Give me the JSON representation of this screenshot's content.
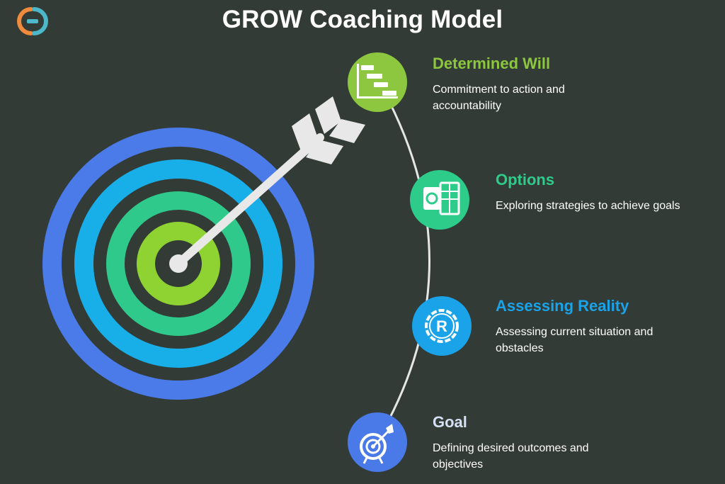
{
  "header": {
    "title": "GROW Coaching Model",
    "logo_icon": "brand-logo-icon"
  },
  "steps": [
    {
      "key": "will",
      "title": "Determined Will",
      "description": "Commitment to action and accountability",
      "color": "#8dc63f",
      "icon": "gantt-chart-icon"
    },
    {
      "key": "options",
      "title": "Options",
      "description": "Exploring strategies to achieve goals",
      "color": "#2ecc8a",
      "icon": "spreadsheet-icon"
    },
    {
      "key": "reality",
      "title": "Assessing Reality",
      "description": "Assessing current situation and obstacles",
      "color": "#1aa3e8",
      "icon": "registered-gear-icon"
    },
    {
      "key": "goal",
      "title": "Goal",
      "description": "Defining desired outcomes and objectives",
      "color": "#4a79e8",
      "icon": "target-arrow-icon"
    }
  ],
  "target": {
    "ring_colors": [
      "#4a7be8",
      "#18aee8",
      "#2ec98b",
      "#8fd332"
    ],
    "arrow_color": "#e8e8e8"
  }
}
